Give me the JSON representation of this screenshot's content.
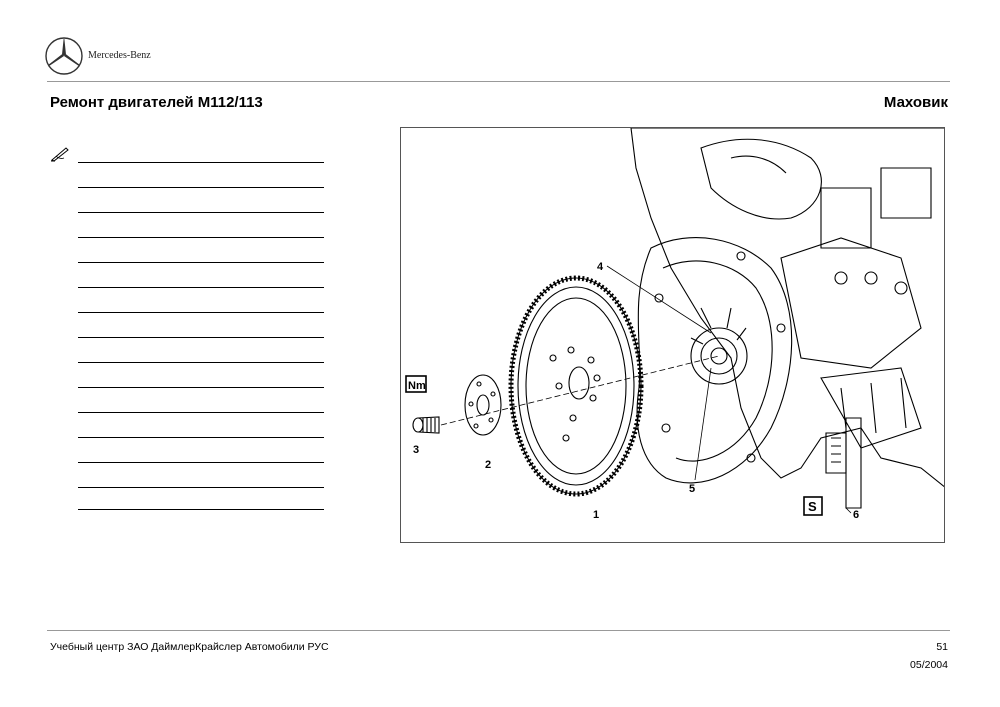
{
  "header": {
    "brand": "Mercedes-Benz",
    "doc_title": "Ремонт двигателей M112/113",
    "section_title": "Маховик"
  },
  "figure": {
    "callouts": [
      "1",
      "2",
      "3",
      "4",
      "5",
      "6"
    ],
    "symbols": {
      "torque": "Nm",
      "special_tool": "S"
    }
  },
  "footer": {
    "company": "Учебный центр ЗАО ДаймлерКрайслер Автомобили РУС",
    "page": "51",
    "date": "05/2004"
  },
  "icons": {
    "logo": "mercedes-star-icon",
    "notes": "pencil-note-icon"
  }
}
